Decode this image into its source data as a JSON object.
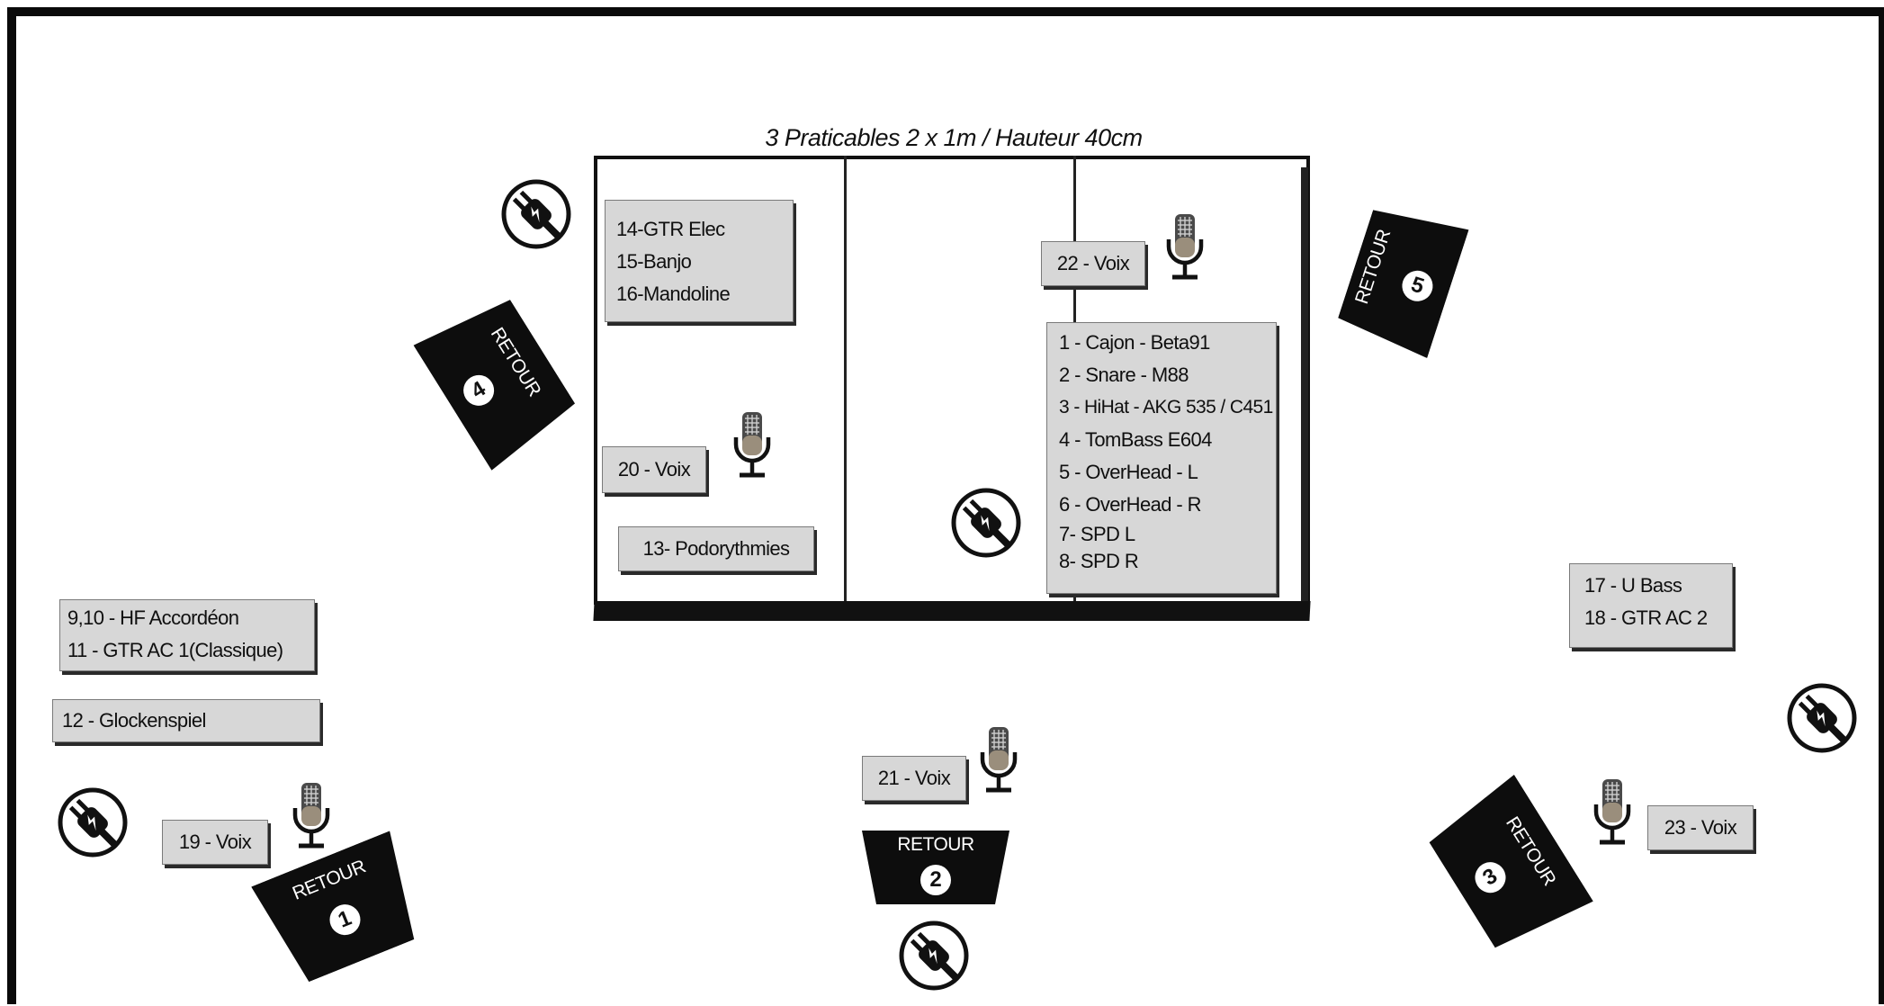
{
  "riser": {
    "title": "3 Praticables 2 x 1m / Hauteur 40cm"
  },
  "boxes": {
    "strings": [
      "14-GTR Elec",
      "15-Banjo",
      "16-Mandoline"
    ],
    "voix20": "20 - Voix",
    "podo": "13- Podorythmies",
    "voix22": "22 - Voix",
    "drums": [
      "1 - Cajon - Beta91",
      "2 - Snare - M88",
      "3 - HiHat - AKG 535 / C451",
      "4 - TomBass E604",
      "5 - OverHead - L",
      "6 - OverHead - R",
      "7- SPD L",
      "8- SPD R"
    ],
    "accordeon": [
      "9,10 - HF Accordéon",
      "11 - GTR AC 1(Classique)"
    ],
    "glock": "12 - Glockenspiel",
    "voix19": "19 - Voix",
    "voix21": "21 - Voix",
    "ubass": [
      "17 - U Bass",
      "18 - GTR AC 2"
    ],
    "voix23": "23 - Voix"
  },
  "retours": [
    {
      "label": "RETOUR",
      "number": "1"
    },
    {
      "label": "RETOUR",
      "number": "2"
    },
    {
      "label": "RETOUR",
      "number": "3"
    },
    {
      "label": "RETOUR",
      "number": "4"
    },
    {
      "label": "RETOUR",
      "number": "5"
    }
  ],
  "icons": {
    "mic": "microphone-icon",
    "power": "power-plug-icon"
  },
  "colors": {
    "box_fill": "#d7d7d7",
    "wedge": "#0d0d0d",
    "ink": "#111111"
  }
}
